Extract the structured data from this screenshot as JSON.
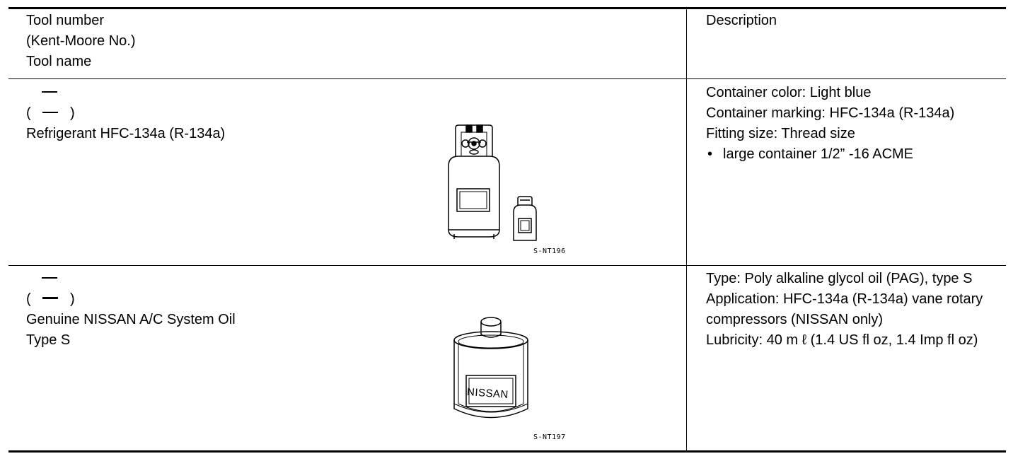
{
  "header": {
    "col1": [
      "Tool number",
      "(Kent-Moore No.)",
      "Tool name"
    ],
    "col2": "Description"
  },
  "rows": [
    {
      "tool_number": "—",
      "kent_moore_open": "(",
      "kent_moore_close": ")",
      "tool_name": [
        "Refrigerant HFC-134a (R-134a)"
      ],
      "figure_code": "S-NT196",
      "description": {
        "lines": [
          "Container color: Light blue",
          "Container marking: HFC-134a (R-134a)",
          "Fitting size: Thread size"
        ],
        "bullets": [
          "large container 1/2” -16 ACME"
        ]
      }
    },
    {
      "tool_number": "—",
      "kent_moore_open": "(",
      "kent_moore_close": ")",
      "tool_name": [
        "Genuine NISSAN A/C System Oil",
        "Type S"
      ],
      "figure_code": "S-NT197",
      "can_label": "NISSAN",
      "description": {
        "lines": [
          "Type: Poly alkaline glycol oil (PAG), type S",
          "Application: HFC-134a (R-134a) vane rotary compressors (NISSAN only)",
          "Lubricity: 40 m ℓ  (1.4 US fl oz, 1.4 Imp fl oz)"
        ]
      }
    }
  ]
}
